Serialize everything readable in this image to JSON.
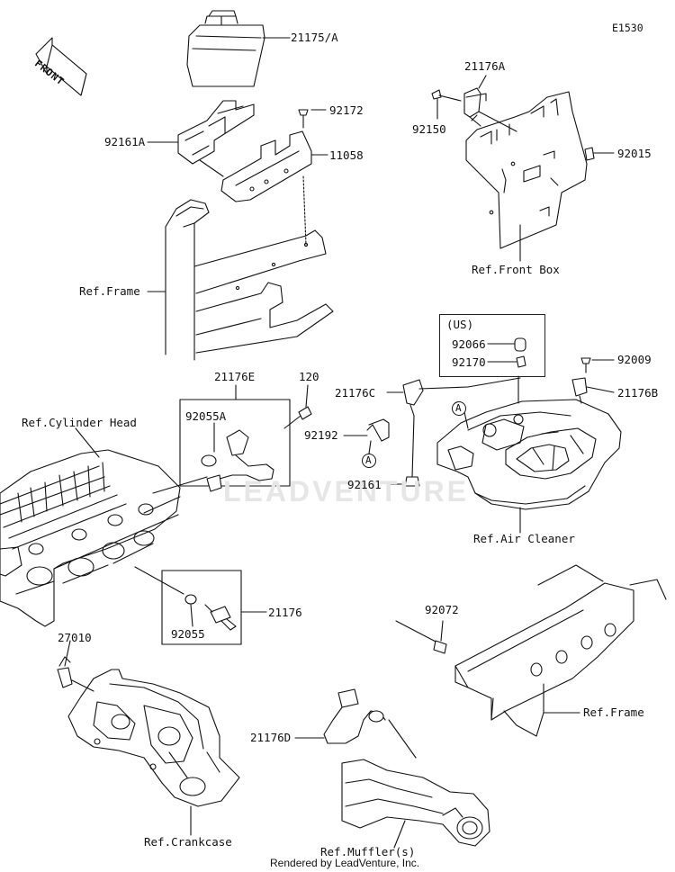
{
  "diagram_code": "E1530",
  "front_badge": "FRONT",
  "watermark": "LEADVENTURE",
  "credit": "Rendered by LeadVenture, Inc.",
  "parts": {
    "p21175A": "21175/A",
    "p92172": "92172",
    "p92161A": "92161A",
    "p11058": "11058",
    "p21176A": "21176A",
    "p92150": "92150",
    "p92015": "92015",
    "p92066": "92066",
    "p92170": "92170",
    "p92009": "92009",
    "p21176B": "21176B",
    "p21176E": "21176E",
    "p120": "120",
    "p92055A": "92055A",
    "p21176C": "21176C",
    "p92192": "92192",
    "p92161": "92161",
    "p21176": "21176",
    "p92055": "92055",
    "p27010": "27010",
    "p92072": "92072",
    "p21176D": "21176D"
  },
  "refs": {
    "frame_top": "Ref.Frame",
    "front_box": "Ref.Front Box",
    "cylinder_head": "Ref.Cylinder Head",
    "air_cleaner": "Ref.Air Cleaner",
    "frame_bottom": "Ref.Frame",
    "crankcase": "Ref.Crankcase",
    "muffler": "Ref.Muffler(s)"
  },
  "us_label": "(US)",
  "callout_a": "A"
}
